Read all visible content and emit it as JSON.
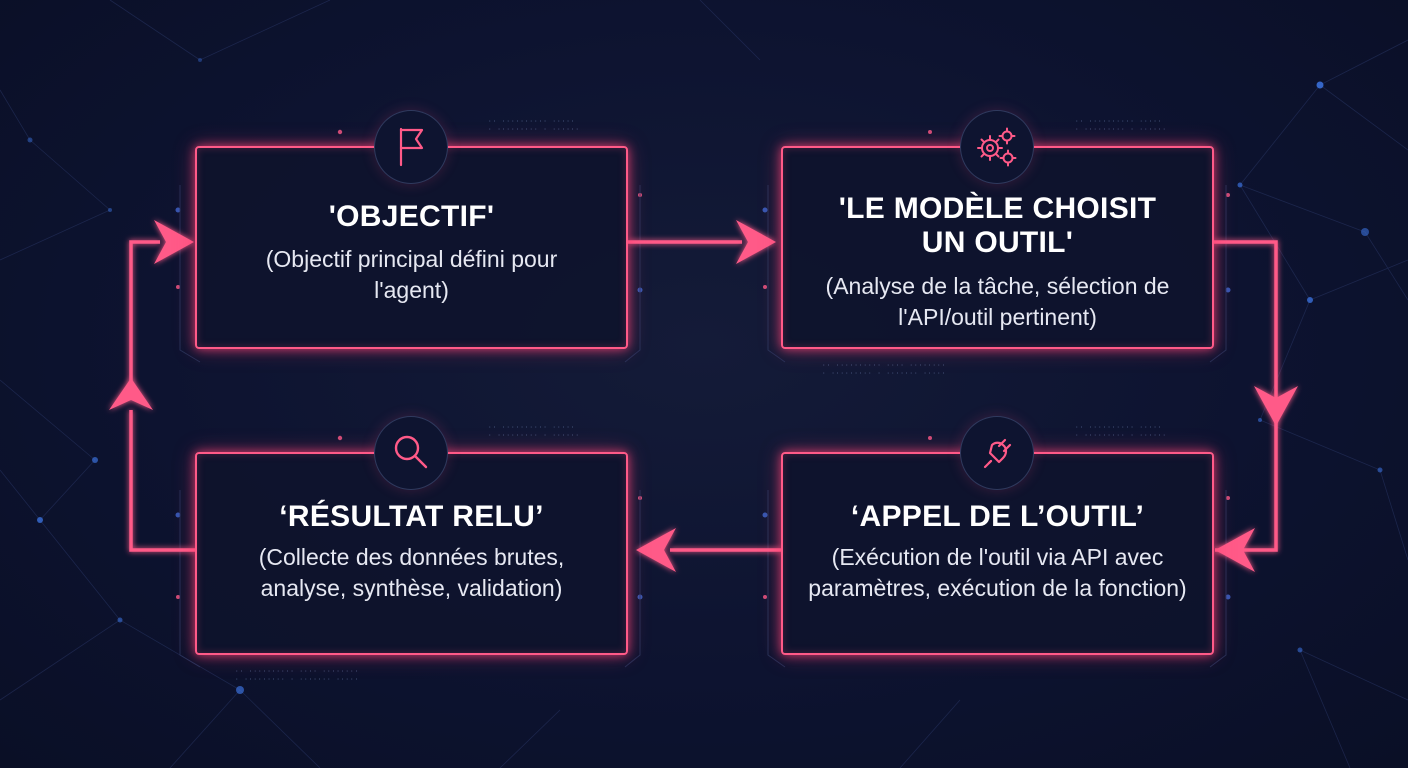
{
  "colors": {
    "background": "#0d1330",
    "accent": "#ff5a88",
    "text": "#ffffff",
    "node": "#3a6fd8"
  },
  "steps": [
    {
      "title": "'OBJECTIF'",
      "description": "(Objectif principal défini pour l'agent)",
      "icon": "flag-icon"
    },
    {
      "title": "'LE MODÈLE CHOISIT UN OUTIL'",
      "description": "(Analyse de la tâche, sélection de l'API/outil pertinent)",
      "icon": "gears-icon"
    },
    {
      "title": "‘APPEL DE L’OUTIL’",
      "description": "(Exécution de l'outil via API avec paramètres, exécution de la fonction)",
      "icon": "plug-icon"
    },
    {
      "title": "‘RÉSULTAT RELU’",
      "description": "(Collecte des données brutes, analyse, synthèse, validation)",
      "icon": "magnifier-icon"
    }
  ]
}
